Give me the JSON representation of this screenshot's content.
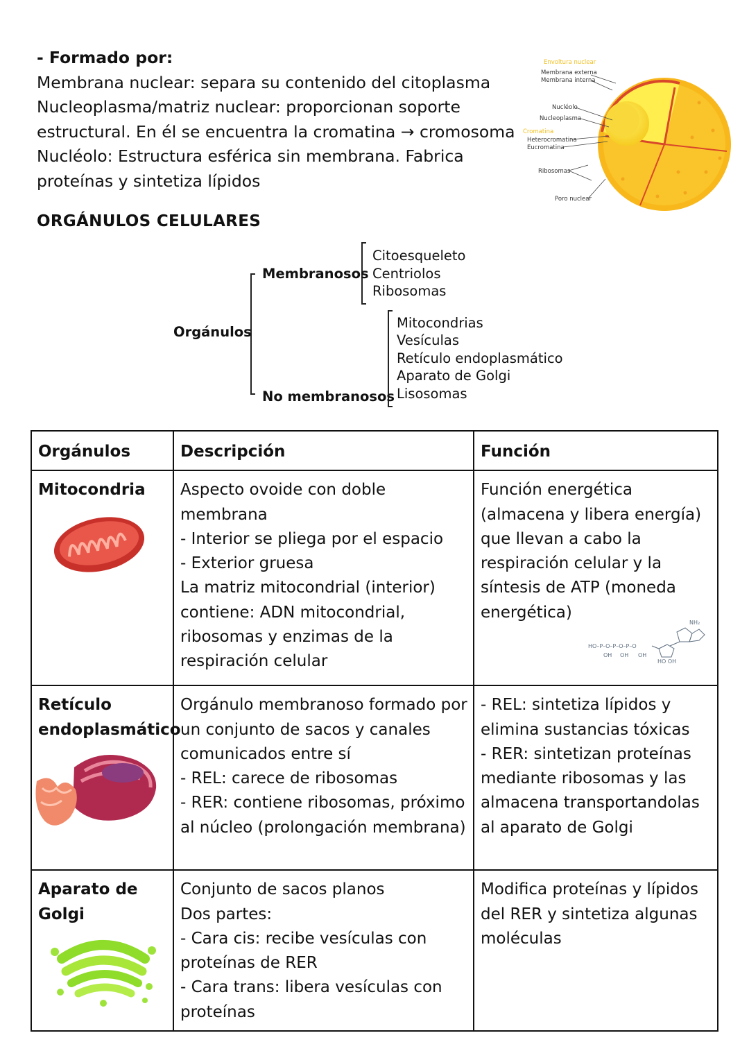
{
  "intro": {
    "heading": "- Formado por:",
    "lines": [
      "Membrana nuclear: separa su contenido del citoplasma",
      "Nucleoplasma/matriz nuclear: proporcionan soporte",
      "estructural. En él se encuentra la cromatina → cromosoma",
      "Nucléolo: Estructura esférica sin membrana. Fabrica",
      "proteínas y sintetiza lípidos"
    ]
  },
  "nucleus_diagram": {
    "labels": {
      "envoltura": "Envoltura nuclear",
      "membrana_externa": "Membrana externa",
      "membrana_interna": "Membrana interna",
      "nucleolo": "Nucléolo",
      "nucleoplasma": "Nucleoplasma",
      "cromatina": "Cromatina",
      "heterocromatina": "Heterocromatina",
      "eucromatina": "Eucromatina",
      "ribosomas": "Ribosomas",
      "poro": "Poro nuclear"
    }
  },
  "section_title": "ORGÁNULOS CELULARES",
  "tree": {
    "root": "Orgánulos",
    "branch1": {
      "label": "Membranosos",
      "items": [
        "Citoesqueleto",
        "Centriolos",
        "Ribosomas"
      ]
    },
    "branch2": {
      "label": "No membranosos",
      "items": [
        "Mitocondrias",
        "Vesículas",
        "Retículo endoplasmático",
        "Aparato de Golgi",
        "Lisosomas"
      ]
    }
  },
  "table": {
    "headers": [
      "Orgánulos",
      "Descripción",
      "Función"
    ],
    "rows": [
      {
        "name": "Mitocondria",
        "description": "Aspecto ovoide con doble membrana\n- Interior se pliega por el espacio\n- Exterior gruesa\nLa matriz mitocondrial (interior) contiene: ADN mitocondrial, ribosomas y enzimas de la respiración celular",
        "function": "Función energética (almacena y libera energía) que llevan a cabo la respiración celular y la síntesis de ATP (moneda energética)"
      },
      {
        "name": "Retículo endoplasmático",
        "description": "Orgánulo membranoso formado por un conjunto de sacos y canales comunicados entre sí\n- REL: carece de ribosomas\n- RER: contiene ribosomas, próximo al núcleo (prolongación membrana)",
        "function": "- REL: sintetiza lípidos y elimina sustancias tóxicas\n- RER: sintetizan proteínas mediante ribosomas y las almacena transportandolas al aparato de Golgi"
      },
      {
        "name": "Aparato de Golgi",
        "description": "Conjunto de sacos planos\nDos partes:\n- Cara cis: recibe vesículas con proteínas de RER\n- Cara trans: libera vesículas con proteínas",
        "function": "Modifica proteínas y lípidos del RER y sintetiza algunas moléculas"
      }
    ]
  },
  "atp_labels": {
    "nh2": "NH₂",
    "chain": "HO–P–O–P–O–P–O",
    "oh": "OH",
    "ho_oh": "HO  OH"
  },
  "colors": {
    "nucleus_yellow": "#f7e92a",
    "nucleus_orange": "#f6b21b",
    "membrane_red": "#d9472b",
    "mito_red": "#d6392c",
    "er_pink": "#c93a63",
    "golgi_green": "#8fdc2a"
  }
}
